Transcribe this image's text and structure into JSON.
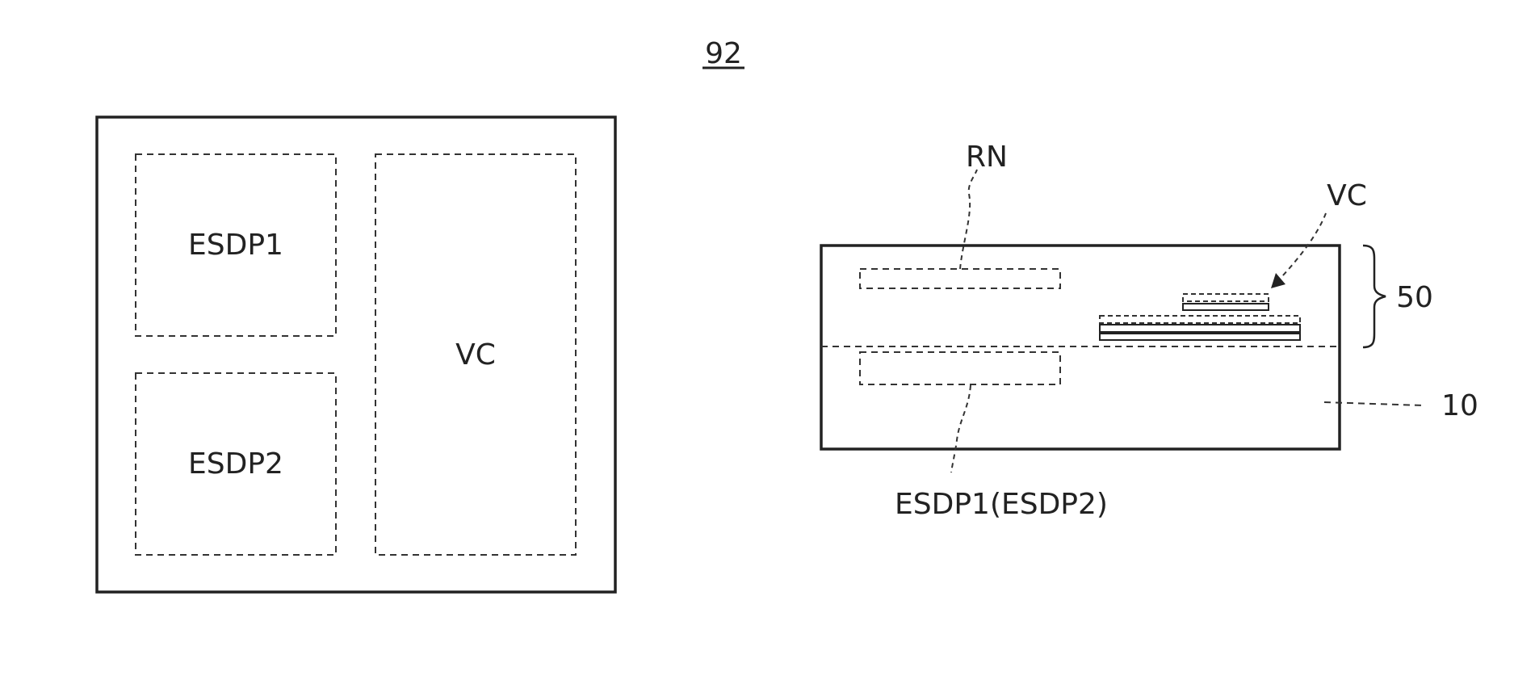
{
  "figure": {
    "number": "92"
  },
  "plan_view": {
    "esdp1_label": "ESDP1",
    "esdp2_label": "ESDP2",
    "vc_label": "VC"
  },
  "section_view": {
    "rn_label": "RN",
    "vc_label": "VC",
    "layer_label": "50",
    "substrate_label": "10",
    "esdp_label": "ESDP1(ESDP2)"
  }
}
